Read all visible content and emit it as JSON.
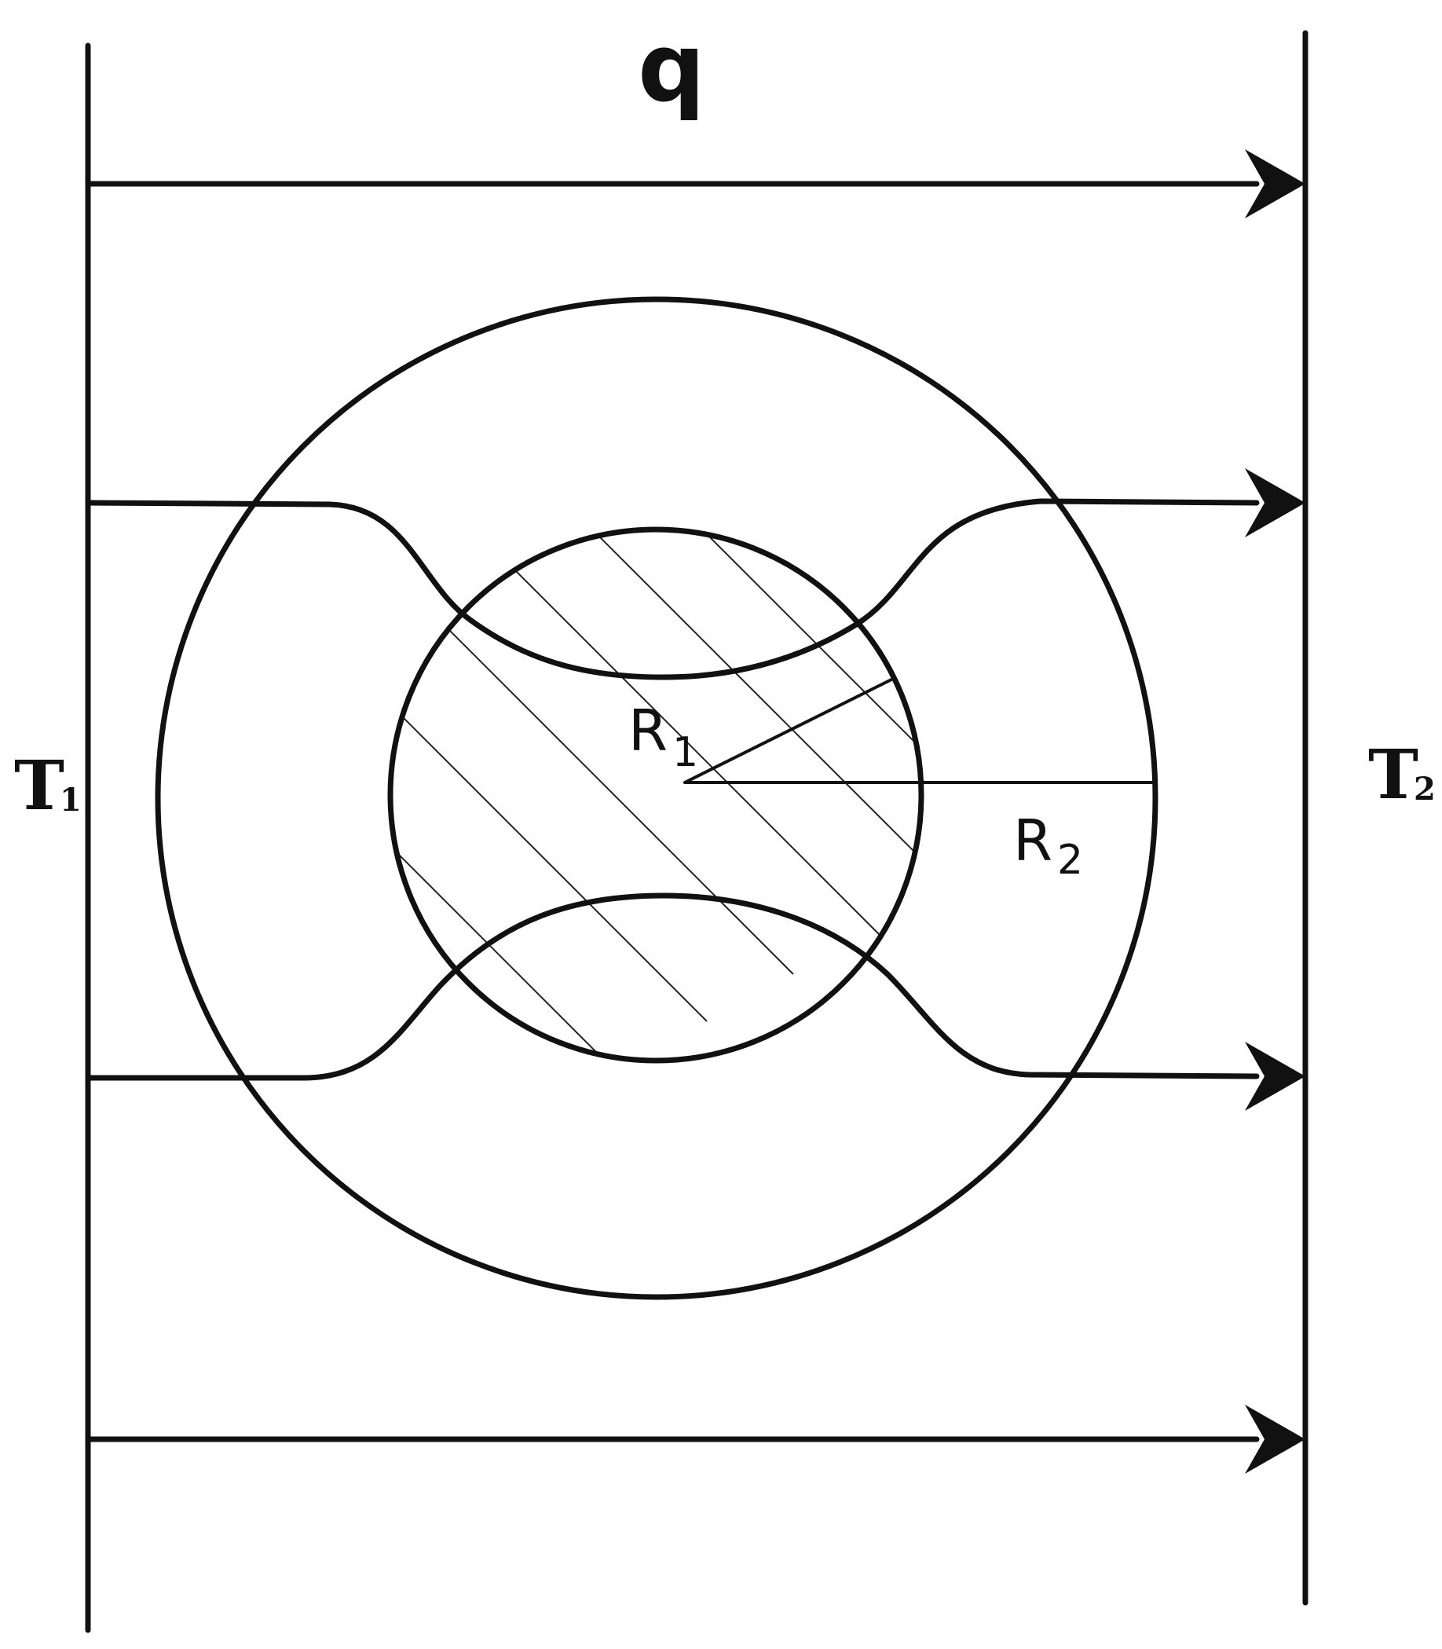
{
  "labels": {
    "flux": "q",
    "left_temperature": "T",
    "left_temperature_sub": "1",
    "right_temperature": "T",
    "right_temperature_sub": "2",
    "inner_radius": "R",
    "inner_radius_sub": "1",
    "outer_radius": "R",
    "outer_radius_sub": "2"
  },
  "colors": {
    "stroke": "#111111",
    "background": "#ffffff"
  }
}
